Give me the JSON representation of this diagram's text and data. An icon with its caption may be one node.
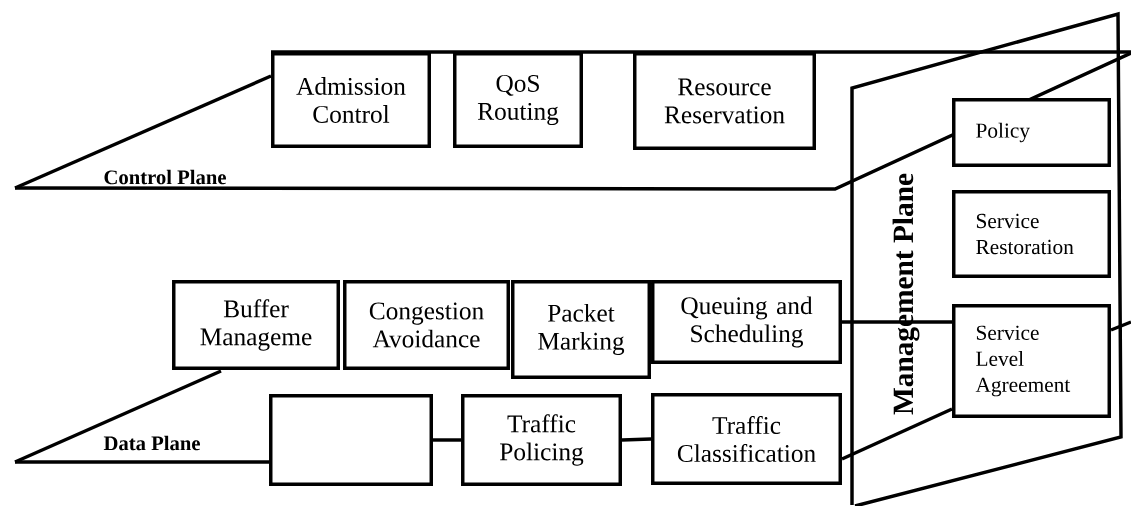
{
  "diagram": {
    "nodes": [
      {
        "text": [
          "Control Plane"
        ]
      },
      {
        "text": [
          "Admission Control"
        ]
      },
      {
        "text": [
          "QoS Routing"
        ]
      },
      {
        "text": [
          "Resource Reservation"
        ]
      },
      {
        "text": [
          "Management Plane"
        ]
      },
      {
        "text": [
          "Policy"
        ]
      },
      {
        "text": [
          "Service Restoration"
        ]
      },
      {
        "text": [
          "Service Level Agreement"
        ]
      },
      {
        "text": [
          "Data Plane"
        ]
      },
      {
        "text": [
          "Buffer Manageme"
        ]
      },
      {
        "text": [
          "Congestion Avoidance"
        ]
      },
      {
        "text": [
          "Packet Marking"
        ]
      },
      {
        "text": [
          "Queuing and Scheduling"
        ]
      },
      {
        "text": [],
        "shape": "box"
      },
      {
        "text": [
          "Traffic Policing"
        ]
      },
      {
        "text": [
          "Traffic Classification"
        ]
      }
    ],
    "edges": [
      {
        "from": 12,
        "to": 7,
        "arrow": "none"
      },
      {
        "from": 13,
        "to": 14,
        "arrow": "none"
      },
      {
        "from": 14,
        "to": 15,
        "arrow": "none"
      },
      {
        "from": 15,
        "to": 7,
        "arrow": "none"
      }
    ]
  }
}
